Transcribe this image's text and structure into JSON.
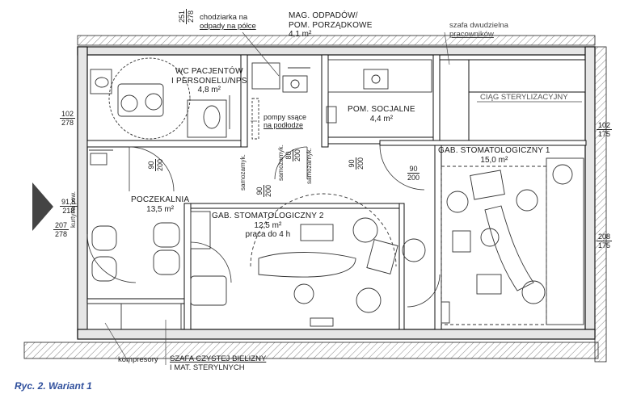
{
  "caption": "Ryc. 2. Wariant 1",
  "rooms": {
    "wc": {
      "name1": "WC PACJENTÓW",
      "name2": "I PERSONELU/NPS",
      "area": "4,8 m²"
    },
    "mag": {
      "name1": "MAG. ODPADÓW/",
      "name2": "POM. PORZĄDKOWE",
      "area": "4,1 m²"
    },
    "socjalne": {
      "name": "POM. SOCJALNE",
      "area": "4,4 m²"
    },
    "gab1": {
      "name": "GAB. STOMATOLOGICZNY 1",
      "area": "15,0 m²"
    },
    "gab2": {
      "name": "GAB. STOMATOLOGICZNY 2",
      "area": "12,5 m²",
      "note": "praca do 4 h"
    },
    "poczekalnia": {
      "name": "POCZEKALNIA",
      "area": "13,5 m²"
    }
  },
  "notes": {
    "chlodziarka1": "chodziarka na",
    "chlodziarka2": "odpady na półce",
    "szafa1": "szafa dwudzielna",
    "szafa2": "pracowników",
    "ciag": "CIĄG STERYLIZACYJNY",
    "pompy1": "pompy ssące",
    "pompy2": "na podłodze",
    "kompresory": "kompresory",
    "szafa_czystej1": "SZAFA CZYSTEJ BIELIZNY",
    "szafa_czystej2": "I MAT. STERYLNYCH",
    "samozamyk1": "samozamyk.",
    "samozamyk2": "samozamyk.",
    "samozamyk3": "samozamyk.",
    "kurtyna": "kurtyna pow."
  },
  "dims": {
    "d251": {
      "top": "251",
      "bot": "278"
    },
    "d102a": {
      "top": "102",
      "bot": "278"
    },
    "d102b": {
      "top": "102",
      "bot": "175"
    },
    "d915": {
      "top": "91,5",
      "bot": "218"
    },
    "d207": {
      "top": "207",
      "bot": "278"
    },
    "d208": {
      "top": "208",
      "bot": "175"
    },
    "door_wc": {
      "top": "90",
      "bot": "200"
    },
    "door_mag": {
      "top": "80",
      "bot": "200"
    },
    "door_soc": {
      "top": "90",
      "bot": "200"
    },
    "door_gab1": {
      "top": "90",
      "bot": "200"
    },
    "door_gab2": {
      "top": "90",
      "bot": "200"
    }
  }
}
